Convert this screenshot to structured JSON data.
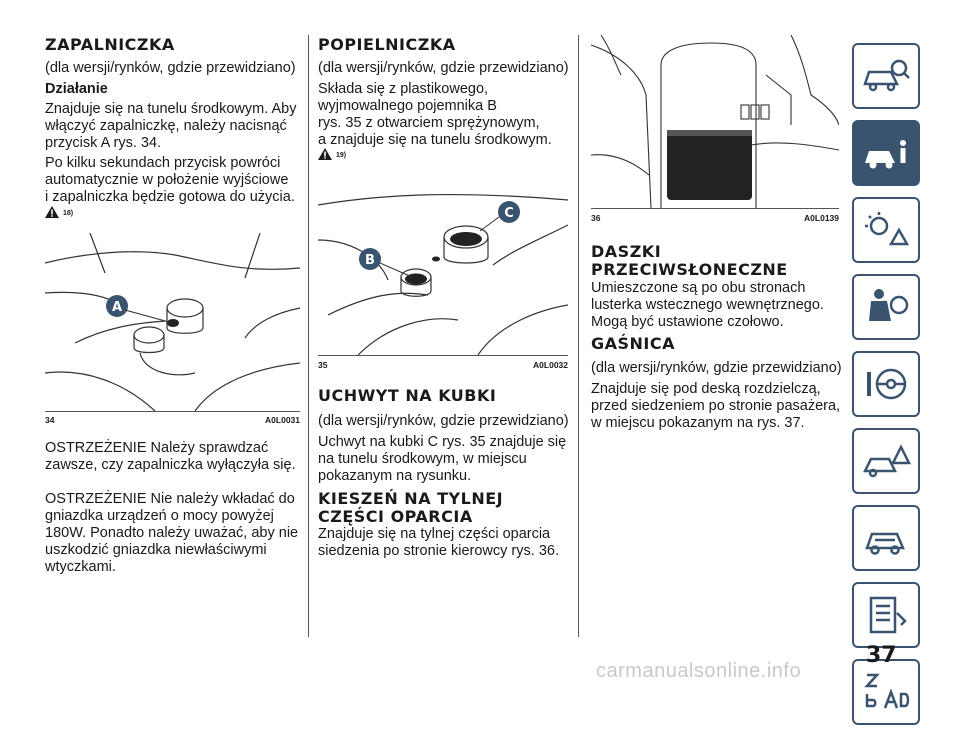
{
  "col1": {
    "title": "ZAPALNICZKA",
    "variant": "(dla wersji/rynków, gdzie przewidziano)",
    "subheading": "Działanie",
    "para1": [
      "Znajduje się na tunelu środkowym. Aby",
      "włączyć zapalniczkę, należy nacisnąć",
      "przycisk A rys. 34."
    ],
    "para2": [
      "Po kilku sekundach przycisk powróci",
      "automatycznie w położenie wyjściowe",
      "i zapalniczka będzie gotowa do użycia."
    ],
    "warn_ref": "18)",
    "figure": {
      "number": "34",
      "code": "A0L0031",
      "label": "A"
    },
    "warning1": [
      "OSTRZEŻENIE Należy sprawdzać",
      "zawsze, czy zapalniczka wyłączyła się."
    ],
    "warning2": [
      "OSTRZEŻENIE Nie należy wkładać do",
      "gniazdka urządzeń o mocy powyżej",
      "180W. Ponadto należy uważać, aby nie",
      "uszkodzić gniazdka niewłaściwymi",
      "wtyczkami."
    ]
  },
  "col2": {
    "title": "POPIELNICZKA",
    "variant": "(dla wersji/rynków, gdzie przewidziano)",
    "para1": [
      "Składa się z plastikowego,",
      "wyjmowalnego pojemnika B",
      "rys. 35 z otwarciem sprężynowym,",
      "a znajduje się na tunelu środkowym."
    ],
    "warn_ref": "19)",
    "figure": {
      "number": "35",
      "code": "A0L0032",
      "label_b": "B",
      "label_c": "C"
    },
    "title2": "UCHWYT NA KUBKI",
    "variant2": "(dla wersji/rynków, gdzie przewidziano)",
    "para2": [
      "Uchwyt na kubki C rys. 35 znajduje się",
      "na tunelu środkowym, w miejscu",
      "pokazanym na rysunku."
    ],
    "title3": [
      "KIESZEŃ NA TYLNEJ",
      "CZĘŚCI OPARCIA"
    ],
    "para3": [
      "Znajduje się na tylnej części oparcia",
      "siedzenia po stronie kierowcy rys. 36."
    ]
  },
  "col3": {
    "figure": {
      "number": "36",
      "code": "A0L0139"
    },
    "title": [
      "DASZKI",
      "PRZECIWSŁONECZNE"
    ],
    "para1": [
      "Umieszczone są po obu stronach",
      "lusterka wstecznego wewnętrznego.",
      "Mogą być ustawione czołowo."
    ],
    "title2": "GAŚNICA",
    "variant": "(dla wersji/rynków, gdzie przewidziano)",
    "para2": [
      "Znajduje się pod deską rozdzielczą,",
      "przed siedzeniem po stronie pasażera,",
      "w miejscu pokazanym na rys. 37."
    ]
  },
  "sidebar_icons": [
    "car-search-icon",
    "car-info-icon",
    "warning-lights-icon",
    "seatbelt-airbag-icon",
    "steering-wheel-icon",
    "car-warning-triangle-icon",
    "car-service-icon",
    "document-list-icon",
    "alphabet-index-icon"
  ],
  "page_number": "37",
  "watermark": "carmanualsonline.info",
  "colors": {
    "accent": "#3a5470",
    "text": "#1a1a1a",
    "watermark": "#c9c9c9"
  }
}
